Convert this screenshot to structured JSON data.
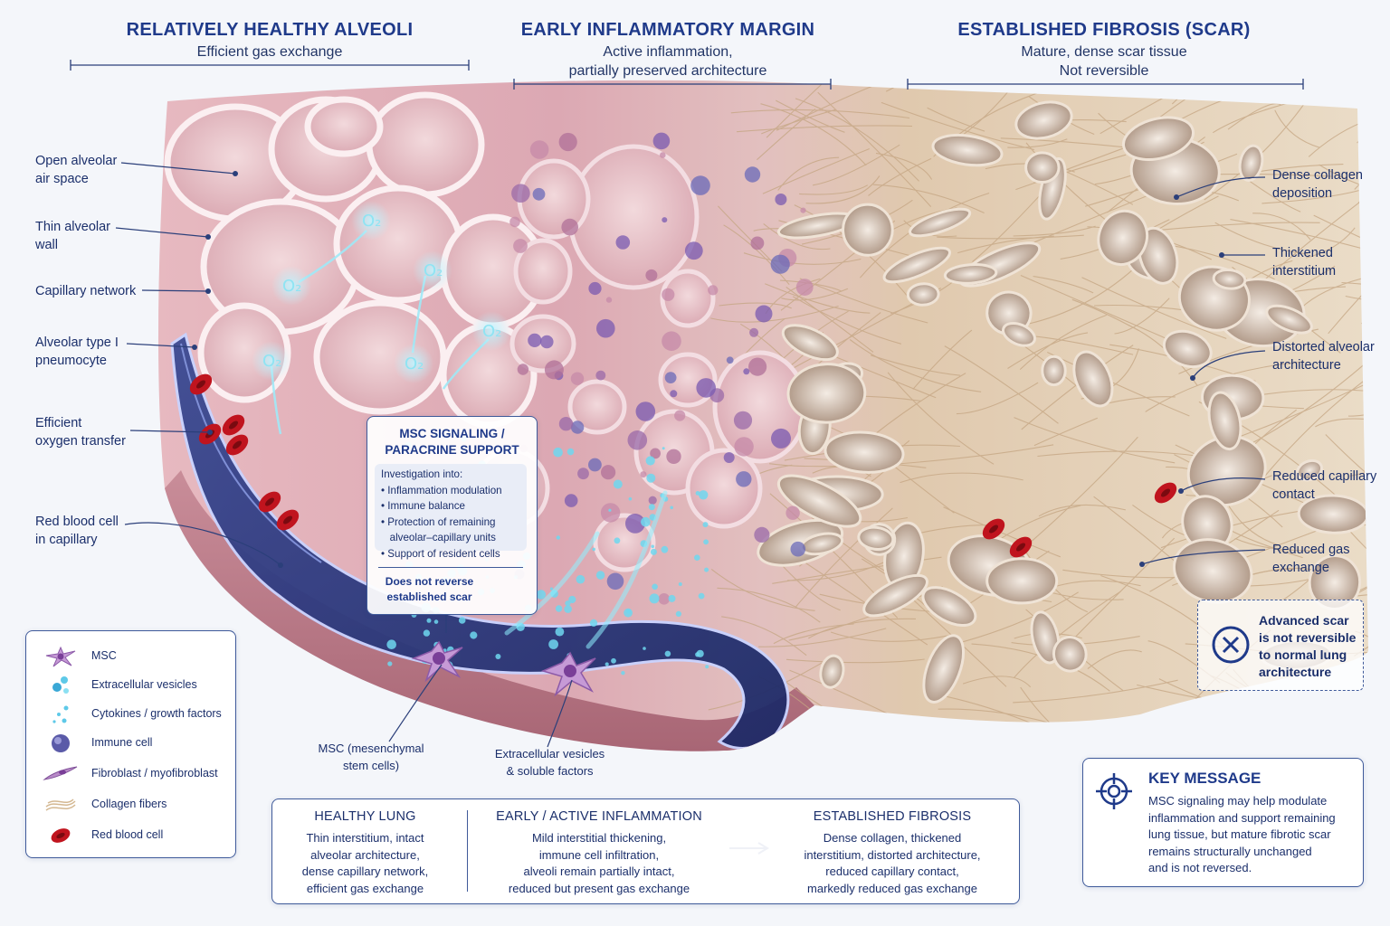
{
  "zones": [
    {
      "title": "RELATIVELY HEALTHY ALVEOLI",
      "subtitle": "Efficient gas exchange"
    },
    {
      "title": "EARLY INFLAMMATORY MARGIN",
      "subtitle": "Active inflammation,\npartially preserved architecture"
    },
    {
      "title": "ESTABLISHED FIBROSIS (SCAR)",
      "subtitle": "Mature, dense scar tissue\nNot reversible"
    }
  ],
  "left_labels": [
    "Open alveolar\nair space",
    "Thin alveolar\nwall",
    "Capillary network",
    "Alveolar type I\npneumocyte",
    "Efficient\noxygen transfer",
    "Red blood cell\nin capillary"
  ],
  "right_labels": [
    "Dense collagen\ndeposition",
    "Thickened\ninterstitium",
    "Distorted alveolar\narchitecture",
    "Reduced capillary\ncontact",
    "Reduced gas\nexchange"
  ],
  "o2_label": "O₂",
  "msc_box": {
    "title": "MSC SIGNALING /\nPARACRINE SUPPORT",
    "intro": "Investigation into:",
    "items": [
      "• Inflammation modulation",
      "• Immune balance",
      "• Protection of remaining",
      "   alveolar–capillary units",
      "• Support of resident cells"
    ],
    "note": "Does not reverse\nestablished scar"
  },
  "bottom_labels": {
    "msc": "MSC (mesenchymal\nstem cells)",
    "ev": "Extracellular vesicles\n& soluble factors"
  },
  "legend": [
    {
      "icon": "msc-icon",
      "label": "MSC"
    },
    {
      "icon": "extracellular-vesicles-icon",
      "label": "Extracellular vesicles"
    },
    {
      "icon": "cytokines-icon",
      "label": "Cytokines / growth factors"
    },
    {
      "icon": "immune-cell-icon",
      "label": "Immune cell"
    },
    {
      "icon": "fibroblast-icon",
      "label": "Fibroblast / myofibroblast"
    },
    {
      "icon": "collagen-fibers-icon",
      "label": "Collagen fibers"
    },
    {
      "icon": "red-blood-cell-icon",
      "label": "Red blood cell"
    }
  ],
  "scar_note": "Advanced scar\nis not reversible\nto normal lung\narchitecture",
  "summary": [
    {
      "title": "HEALTHY LUNG",
      "body": "Thin interstitium, intact\nalveolar architecture,\ndense capillary network,\nefficient gas exchange"
    },
    {
      "title": "EARLY / ACTIVE INFLAMMATION",
      "body": "Mild interstitial thickening,\nimmune cell infiltration,\nalveoli remain partially intact,\nreduced but present gas exchange"
    },
    {
      "title": "ESTABLISHED FIBROSIS",
      "body": "Dense collagen, thickened\ninterstitium, distorted architecture,\nreduced capillary contact,\nmarkedly reduced gas exchange"
    }
  ],
  "key_message": {
    "title": "KEY MESSAGE",
    "body": "MSC signaling may help modulate\ninflammation and support remaining\nlung tissue, but mature fibrotic scar\nremains structurally unchanged\nand is not reversed."
  },
  "colors": {
    "accent": "#1f3a8a",
    "tissue_pink": "#d9a3ad",
    "fibrosis_tan": "#d8c2a4",
    "vessel_blue": "#2b3a7a",
    "signal_cyan": "#7fe3f0"
  }
}
